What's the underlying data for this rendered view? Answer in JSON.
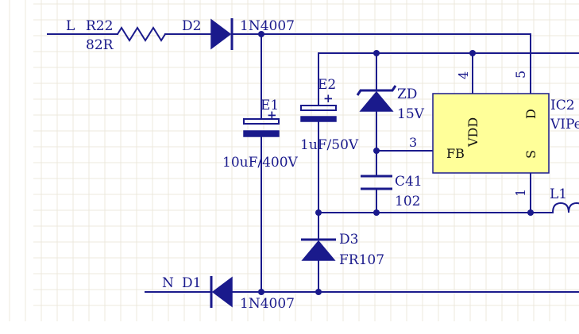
{
  "labels": {
    "line_in": "L",
    "neutral_in": "N",
    "r22_ref": "R22",
    "r22_val": "82R",
    "d2_ref": "D2",
    "d2_val": "1N4007",
    "d1_ref": "D1",
    "d1_val": "1N4007",
    "e1_ref": "E1",
    "e1_val": "10uF/400V",
    "e2_ref": "E2",
    "e2_val": "1uF/50V",
    "zd_ref": "ZD",
    "zd_val": "15V",
    "c41_ref": "C41",
    "c41_val": "102",
    "d3_ref": "D3",
    "d3_val": "FR107",
    "ic2_ref": "IC2",
    "ic2_val": "VIPe",
    "l1_ref": "L1",
    "pin_4": "4",
    "pin_5": "5",
    "pin_3": "3",
    "pin_1": "1",
    "ic_vdd": "VDD",
    "ic_d": "D",
    "ic_fb": "FB",
    "ic_s": "S",
    "plus": "+"
  },
  "colors": {
    "wire": "#1a1a8c",
    "chip_fill": "#ffff99",
    "background": "#ffffff",
    "grid": "#ece9dc"
  }
}
